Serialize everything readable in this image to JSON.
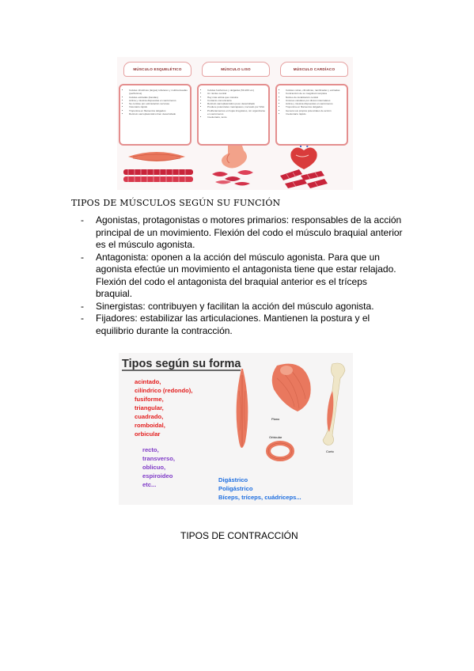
{
  "figure1": {
    "columns": [
      {
        "title": "MÚSCULO ESQUELÉTICO",
        "bullets": [
          "Células cilíndricas (largas) tubulares y multinucleadas (periféricos)",
          "Células estriadas (bandas)",
          "Actina y miosina dispuestas en sarcómeros",
          "Se contrae por estimulación nerviosa",
          "Voluntario rápido",
          "Troponina en filamentos delgados",
          "Retículo sarcoplasmático bien desarrollado"
        ]
      },
      {
        "title": "MÚSCULO LISO",
        "bullets": [
          "Células fusiformes y delgadas (50-200 um)",
          "Un núcleo central",
          "Hay más actina que miosina",
          "Contacto comunicante",
          "Retículo sarcoplasmático poco desarrollado",
          "Produce potenciales marcapasos, inervado por SNA",
          "Proliferamientos en hojas irregulares, sin organizarse en sarcómeros",
          "Involuntario, lento"
        ]
      },
      {
        "title": "MÚSCULO CARDÍACO",
        "bullets": [
          "Células cortas, cilíndricas, ramificadas y estriadas",
          "Contracción de su magnitud completa",
          "Núcleo de localización central",
          "Uniones celulares por discos intercalares",
          "Actina y miosina dispuestas en sarcómeros",
          "Troponina en filamentos delgados",
          "Genera sus propios potenciales de acción",
          "Involuntario rápido"
        ]
      }
    ]
  },
  "section1": {
    "heading": "TIPOS DE MÚSCULOS SEGÚN SU FUNCIÓN",
    "items": [
      {
        "marker": "-",
        "lines": [
          "Agonistas, protagonistas o motores primarios: responsables de la acción",
          "principal de un movimiento. Flexión del codo el músculo braquial anterior",
          "es el músculo agonista."
        ]
      },
      {
        "marker": "-",
        "lines": [
          "Antagonista: oponen a la acción del músculo agonista. Para que un",
          "agonista efectúe un movimiento el antagonista tiene que estar relajado.",
          "Flexión del codo el antagonista del braquial anterior es el tríceps",
          "braquial."
        ]
      },
      {
        "marker": "-",
        "lines": [
          "Sinergistas: contribuyen y facilitan la acción del músculo agonista."
        ]
      },
      {
        "marker": "-",
        "lines": [
          "Fijadores: estabilizar las articulaciones. Mantienen la postura y el",
          "equilibrio durante la contracción."
        ]
      }
    ]
  },
  "figure2": {
    "title": "Tipos según su forma",
    "red_list": [
      "acintado,",
      "cilíndrico (redondo),",
      "fusiforme,",
      "triangular,",
      "cuadrado,",
      "romboidal,",
      "orbicular"
    ],
    "purple_list": [
      "recto,",
      "transverso,",
      "oblicuo,",
      "espiroideo",
      "etc..."
    ],
    "blue_list": [
      "Digástrico",
      "Poligástrico",
      "Bíceps, tríceps, cuádriceps..."
    ],
    "labels": {
      "delta": "Plano",
      "orbicular": "Orbicular",
      "long": "Corto"
    },
    "colors": {
      "red": "#e31e1e",
      "purple": "#7f3ac7",
      "blue": "#1f6fe0",
      "muscle": "#e9785e"
    }
  },
  "section2": {
    "heading": "TIPOS DE CONTRACCIÓN"
  }
}
